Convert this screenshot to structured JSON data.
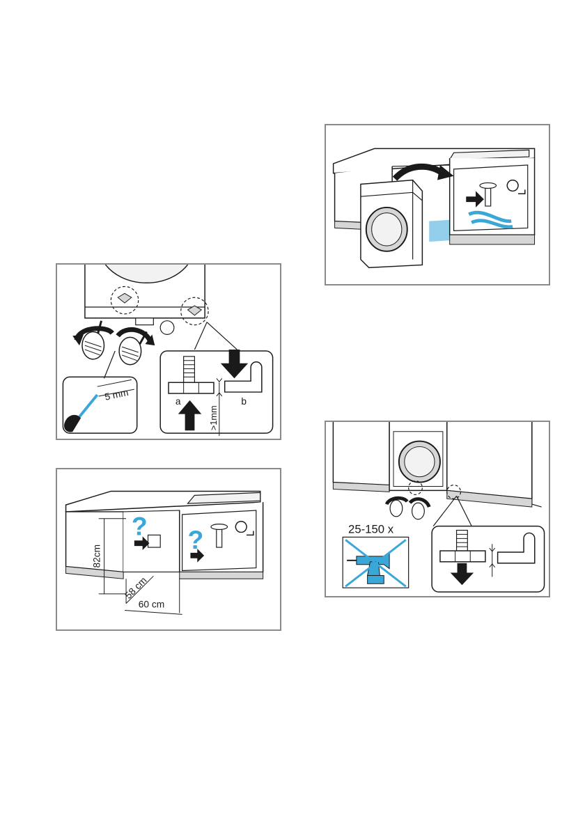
{
  "figures": {
    "feet_adjust": {
      "label_a": "a",
      "label_b": "b",
      "gap_label": ">1mm",
      "screwdriver_label": "5 mm"
    },
    "niche_dimensions": {
      "height_label": "82cm",
      "depth_label": "58 cm",
      "width_label": "60 cm",
      "question_mark": "?"
    },
    "slide_in": {},
    "height_adjust": {
      "turns_label": "25-150 x"
    }
  },
  "colors": {
    "frame": "#8a8a8a",
    "accent_blue": "#3aa7d9",
    "line": "#1a1a1a",
    "light_gray": "#f2f2f2",
    "mid_gray": "#d6d6d6"
  }
}
